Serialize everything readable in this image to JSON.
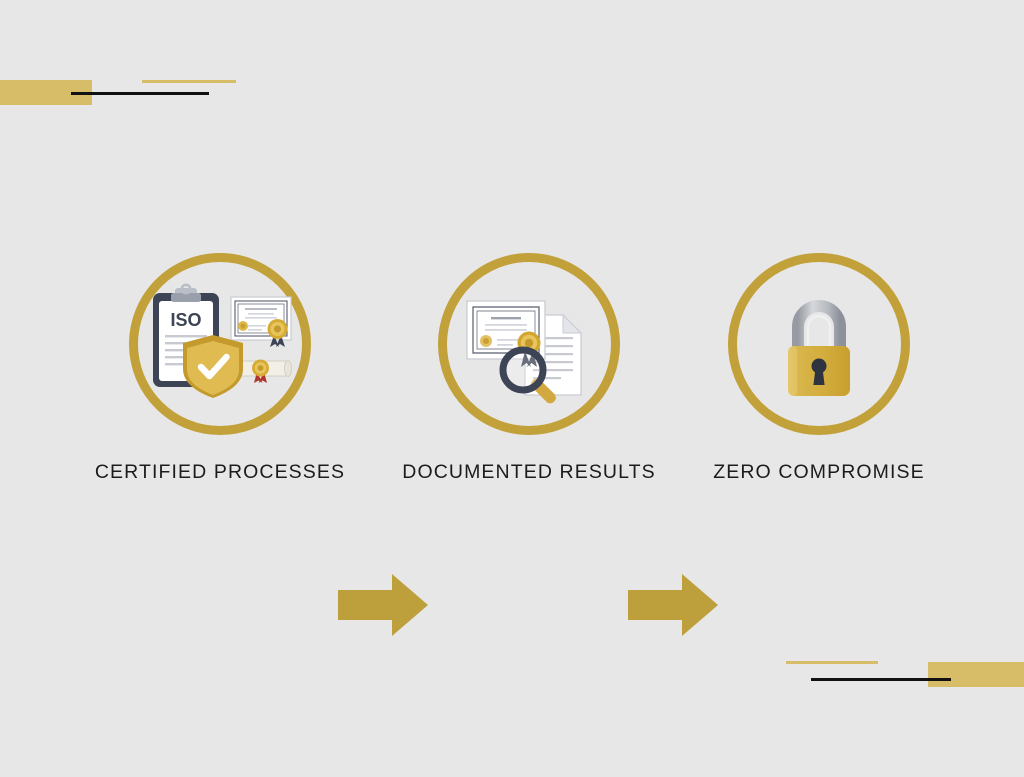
{
  "slide": {
    "background_color": "#e7e7e7",
    "accent_gold": "#c2a03a",
    "accent_gold_light": "#d8bd68",
    "accent_dark": "#111111",
    "text_color": "#1c1c1c"
  },
  "decorations": [
    {
      "name": "top-left-gold-block",
      "color": "#d8bd68"
    },
    {
      "name": "top-left-thin-gold-line",
      "color": "#d8bd68"
    },
    {
      "name": "top-left-black-line",
      "color": "#111111"
    },
    {
      "name": "bottom-right-gold-block",
      "color": "#d8bd68"
    },
    {
      "name": "bottom-right-thin-gold-line",
      "color": "#d8bd68"
    },
    {
      "name": "bottom-right-black-line",
      "color": "#111111"
    }
  ],
  "flow": {
    "steps": [
      {
        "label": "CERTIFIED PROCESSES",
        "icon": "iso-clipboard-shield-certificate-icon",
        "icon_parts": [
          "clipboard",
          "iso-text",
          "shield-check",
          "certificate-seal",
          "rolled-diploma"
        ],
        "clipboard_text": "ISO"
      },
      {
        "label": "DOCUMENTED RESULTS",
        "icon": "certificate-document-magnifier-icon",
        "icon_parts": [
          "certificate",
          "gold-seal",
          "document-folded-corner",
          "magnifying-glass"
        ]
      },
      {
        "label": "ZERO COMPROMISE",
        "icon": "padlock-icon",
        "icon_parts": [
          "shackle",
          "lock-body",
          "keyhole"
        ]
      }
    ],
    "connectors": [
      {
        "name": "arrow-step1-to-step2",
        "direction": "right",
        "color": "#bda03c"
      },
      {
        "name": "arrow-step2-to-step3",
        "direction": "right",
        "color": "#bda03c"
      }
    ]
  }
}
